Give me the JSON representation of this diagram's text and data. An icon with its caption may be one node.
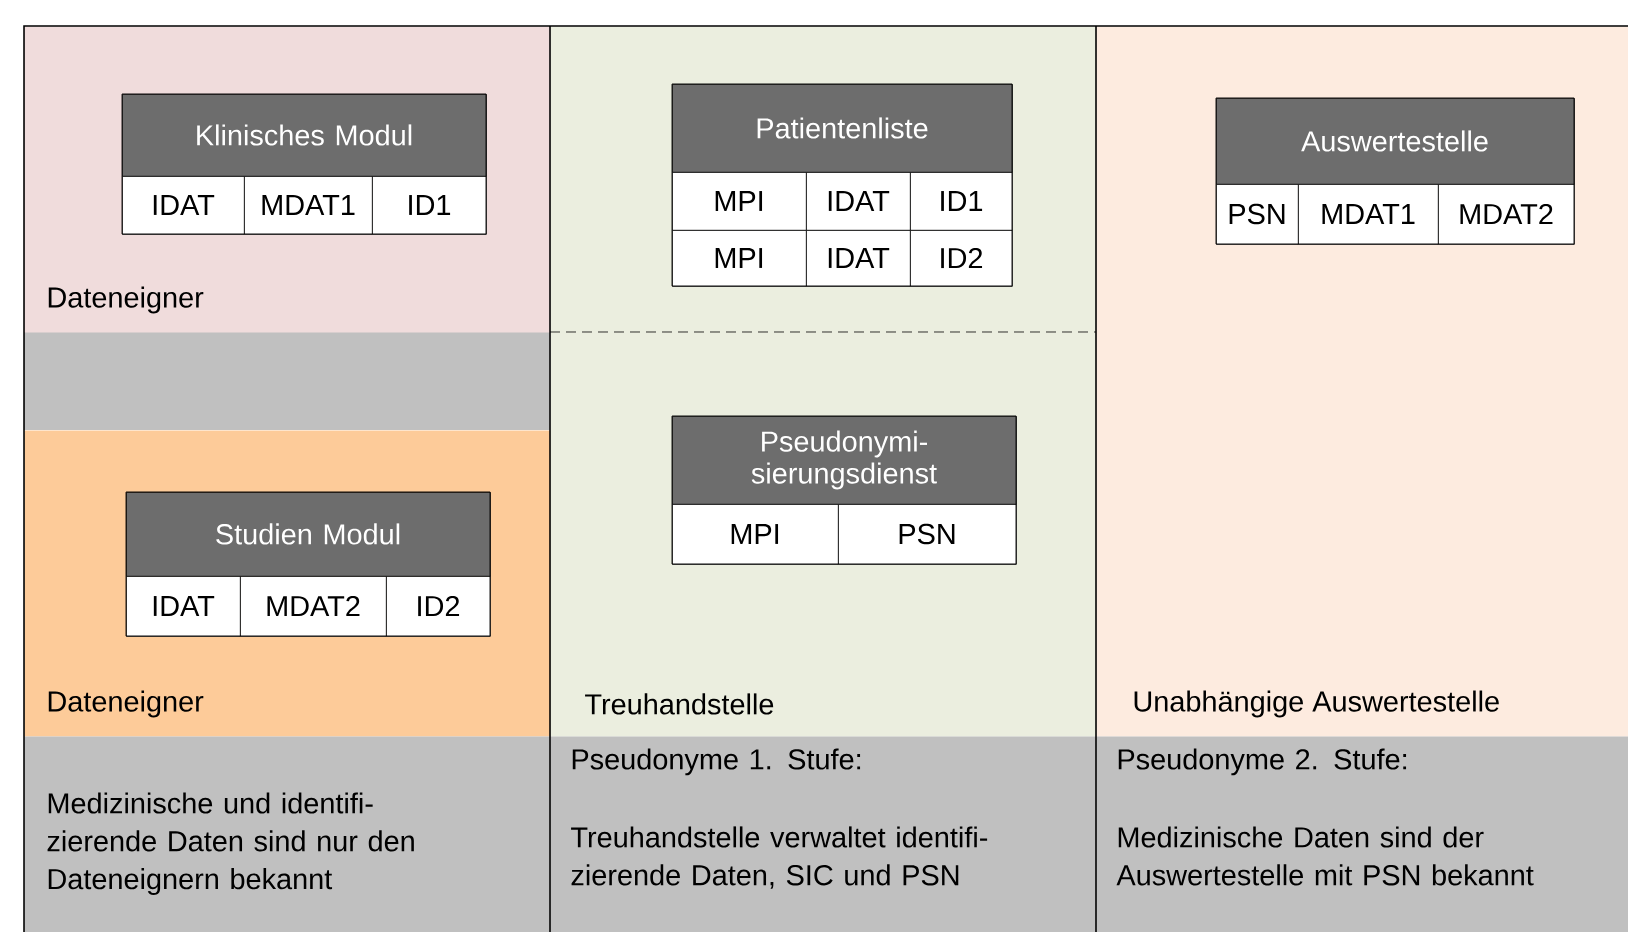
{
  "diagram": {
    "nodes": [
      {
        "text": [
          "Dateneigner"
        ]
      },
      {
        "text": [
          "Klinisches Modul",
          "IDAT",
          "MDAT1",
          "ID1"
        ],
        "in": 0
      },
      {
        "text": [
          "Dateneigner"
        ]
      },
      {
        "text": [
          "Studien Modul",
          "IDAT",
          "MDAT2",
          "ID2"
        ],
        "in": 2
      },
      {
        "text": [
          "Treuhandstelle"
        ]
      },
      {
        "text": [
          "Patientenliste",
          "MPI",
          "IDAT",
          "ID1",
          "MPI",
          "IDAT",
          "ID2"
        ],
        "in": 4
      },
      {
        "text": [
          "Pseudonymi- sierungsdienst",
          "MPI",
          "PSN"
        ],
        "in": 4
      },
      {
        "text": [
          "Unabhängige Auswertestelle"
        ]
      },
      {
        "text": [
          "Auswertestelle",
          "PSN",
          "MDAT1",
          "MDAT2"
        ],
        "in": 7
      },
      {
        "text": [
          "Medizinische und identifi- zierende Daten sind nur den Dateneignern bekannt"
        ]
      },
      {
        "text": [
          "Pseudonyme 1. Stufe:",
          "Treuhandstelle verwaltet identifi- zierende Daten, SIC und PSN"
        ]
      },
      {
        "text": [
          "Pseudonyme 2. Stufe:",
          "Medizinische Daten sind der Auswertestelle mit PSN bekannt"
        ]
      }
    ]
  }
}
